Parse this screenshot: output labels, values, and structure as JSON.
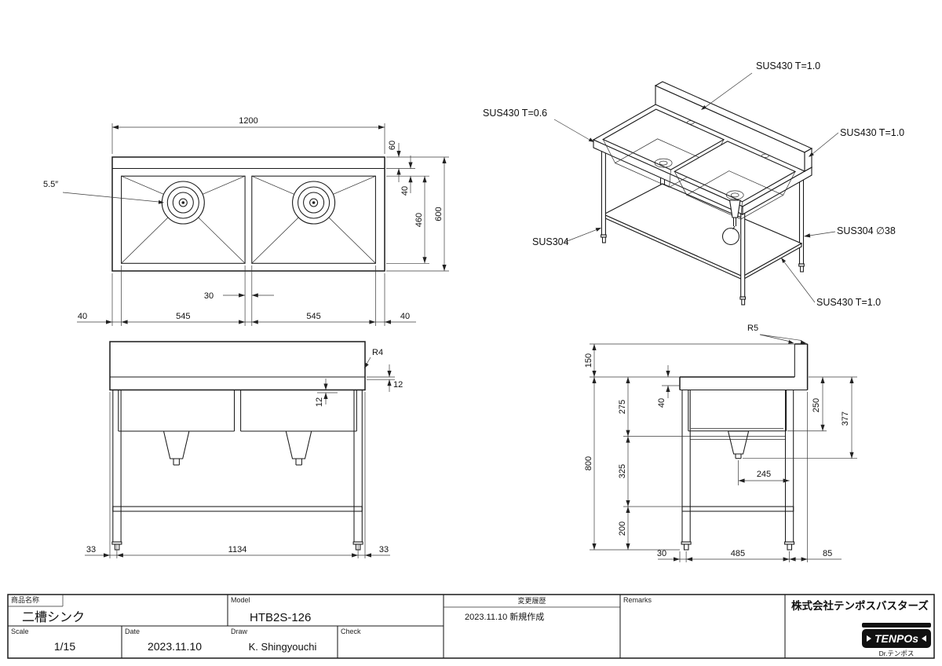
{
  "plan": {
    "w_total": "1200",
    "backsplash_d": "60",
    "rim_d": "40",
    "bowl_d": "460",
    "d_total": "600",
    "gap": "30",
    "rim_l": "40",
    "bowl_w1": "545",
    "bowl_w2": "545",
    "rim_r": "40",
    "drain": "5.5″"
  },
  "iso": {
    "mat_backsplash": "SUS430 T=1.0",
    "mat_body": "SUS430 T=0.6",
    "mat_top": "SUS430 T=1.0",
    "mat_legs": "SUS304",
    "mat_pipe": "SUS304 ∅38",
    "mat_shelf": "SUS430 T=1.0"
  },
  "front": {
    "r": "R4",
    "fold1": "12",
    "fold2": "12",
    "off_l": "33",
    "span": "1134",
    "off_r": "33"
  },
  "side": {
    "r": "R5",
    "backsplash_h": "150",
    "seg1": "275",
    "rim": "40",
    "bowl_depth": "250",
    "drain_depth": "377",
    "height": "800",
    "seg2": "325",
    "drain_off": "245",
    "shelf_h": "200",
    "front_off": "30",
    "leg_span": "485",
    "rear_off": "85"
  },
  "titleblock": {
    "product_label": "商品名称",
    "product_value": "二槽シンク",
    "model_label": "Model",
    "model_value": "HTB2S-126",
    "history_label": "変更履歴",
    "history_value": "2023.11.10  新規作成",
    "remarks_label": "Remarks",
    "scale_label": "Scale",
    "scale_value": "1/15",
    "date_label": "Date",
    "date_value": "2023.11.10",
    "draw_label": "Draw",
    "draw_value": "K. Shingyouchi",
    "check_label": "Check",
    "company": "株式会社テンポスバスターズ",
    "logo_text": "TENPOs",
    "logo_sub": "Dr.テンポス"
  }
}
